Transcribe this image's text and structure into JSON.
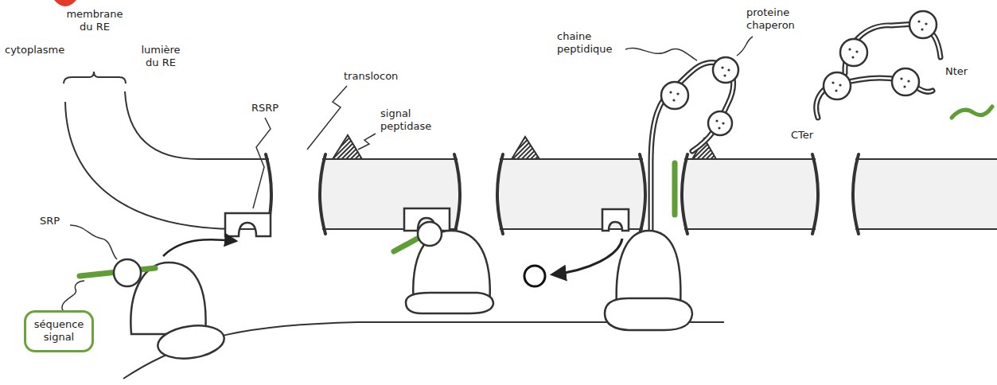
{
  "diagram": {
    "nodes": [
      {
        "text": [
          "séquence signal"
        ]
      }
    ],
    "labels": [
      "cytoplasme",
      "membrane du RE",
      "lumière du RE",
      "RSRP",
      "translocon",
      "signal peptidase",
      "chaine peptidique",
      "proteine chaperon",
      "Nter",
      "CTer",
      "SRP"
    ]
  }
}
